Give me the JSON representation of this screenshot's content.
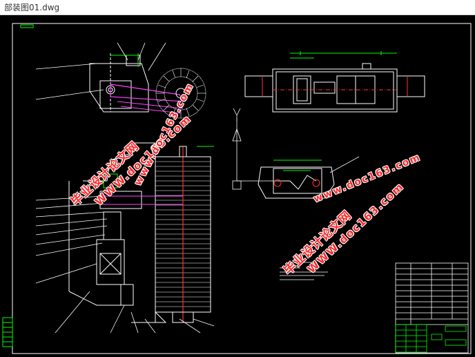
{
  "window": {
    "title": "部装图01.dwg"
  },
  "watermarks": [
    {
      "text_cn": "毕业设计论文网",
      "text_url": "WWW.doc163.com"
    },
    {
      "text_cn": "毕业设计论文网",
      "text_url": "WWW.doc163.com"
    }
  ],
  "url_marks": [
    {
      "text": "www.doc163.com"
    },
    {
      "text": "www.doc163.com"
    }
  ],
  "colors": {
    "background": "#000000",
    "line_white": "#ffffff",
    "line_green": "#00ff00",
    "line_magenta": "#ff44ff",
    "line_red": "#ff3333",
    "watermark": "#ff2a2a"
  }
}
